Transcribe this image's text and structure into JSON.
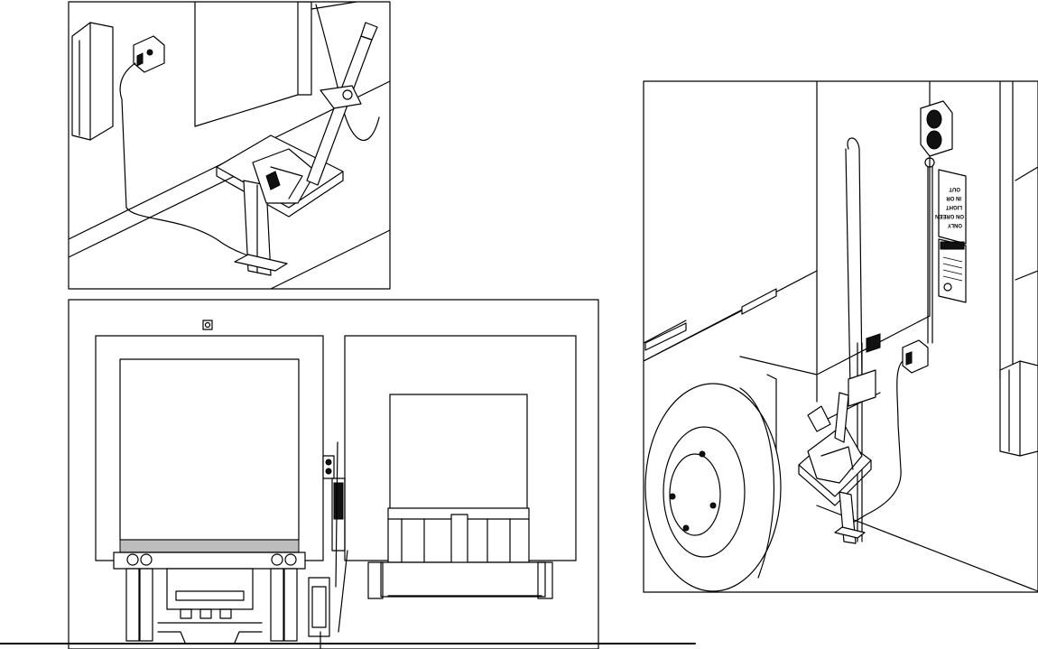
{
  "sign": {
    "lines": [
      "ONLY",
      "ON GREEN",
      "LIGHT",
      "IN OR",
      "OUT"
    ]
  },
  "colors": {
    "line": "#000000",
    "background": "#ffffff",
    "shade": "#bdbdbd"
  }
}
